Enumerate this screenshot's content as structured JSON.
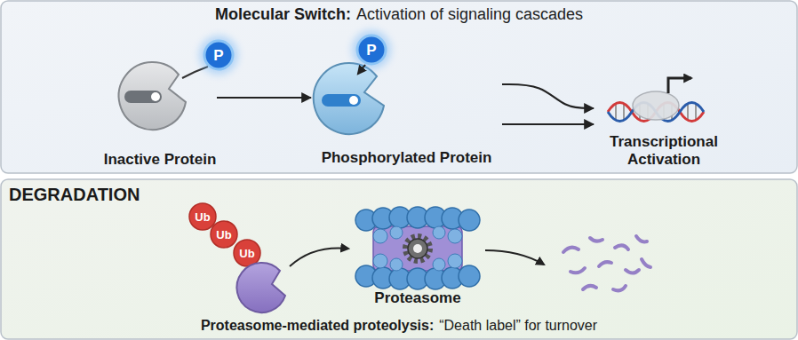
{
  "diagram": {
    "nodes": [
      {
        "text": [
          "Molecular Switch:",
          "Activation of signaling cascades"
        ]
      },
      {
        "text": [
          "Inactive Protein"
        ],
        "in": 0
      },
      {
        "text": [
          "Phosphorylated Protein"
        ],
        "in": 0
      },
      {
        "text": [
          "Transcriptional Activation"
        ],
        "in": 0
      },
      {
        "text": [
          "DEGRADATION"
        ]
      },
      {
        "text": [
          "Proteasome"
        ],
        "in": 4
      }
    ],
    "edges": [
      {
        "from": 1,
        "to": 2,
        "arrow": "to"
      },
      {
        "from": 2,
        "to": 3,
        "arrow": "to"
      },
      {
        "from": 2,
        "to": 3,
        "arrow": "to"
      }
    ],
    "labels": [
      "P",
      "P",
      "Ub",
      "Ub",
      "Ub",
      "Proteasome-mediated proteolysis:",
      "“Death label” for turnover"
    ]
  }
}
